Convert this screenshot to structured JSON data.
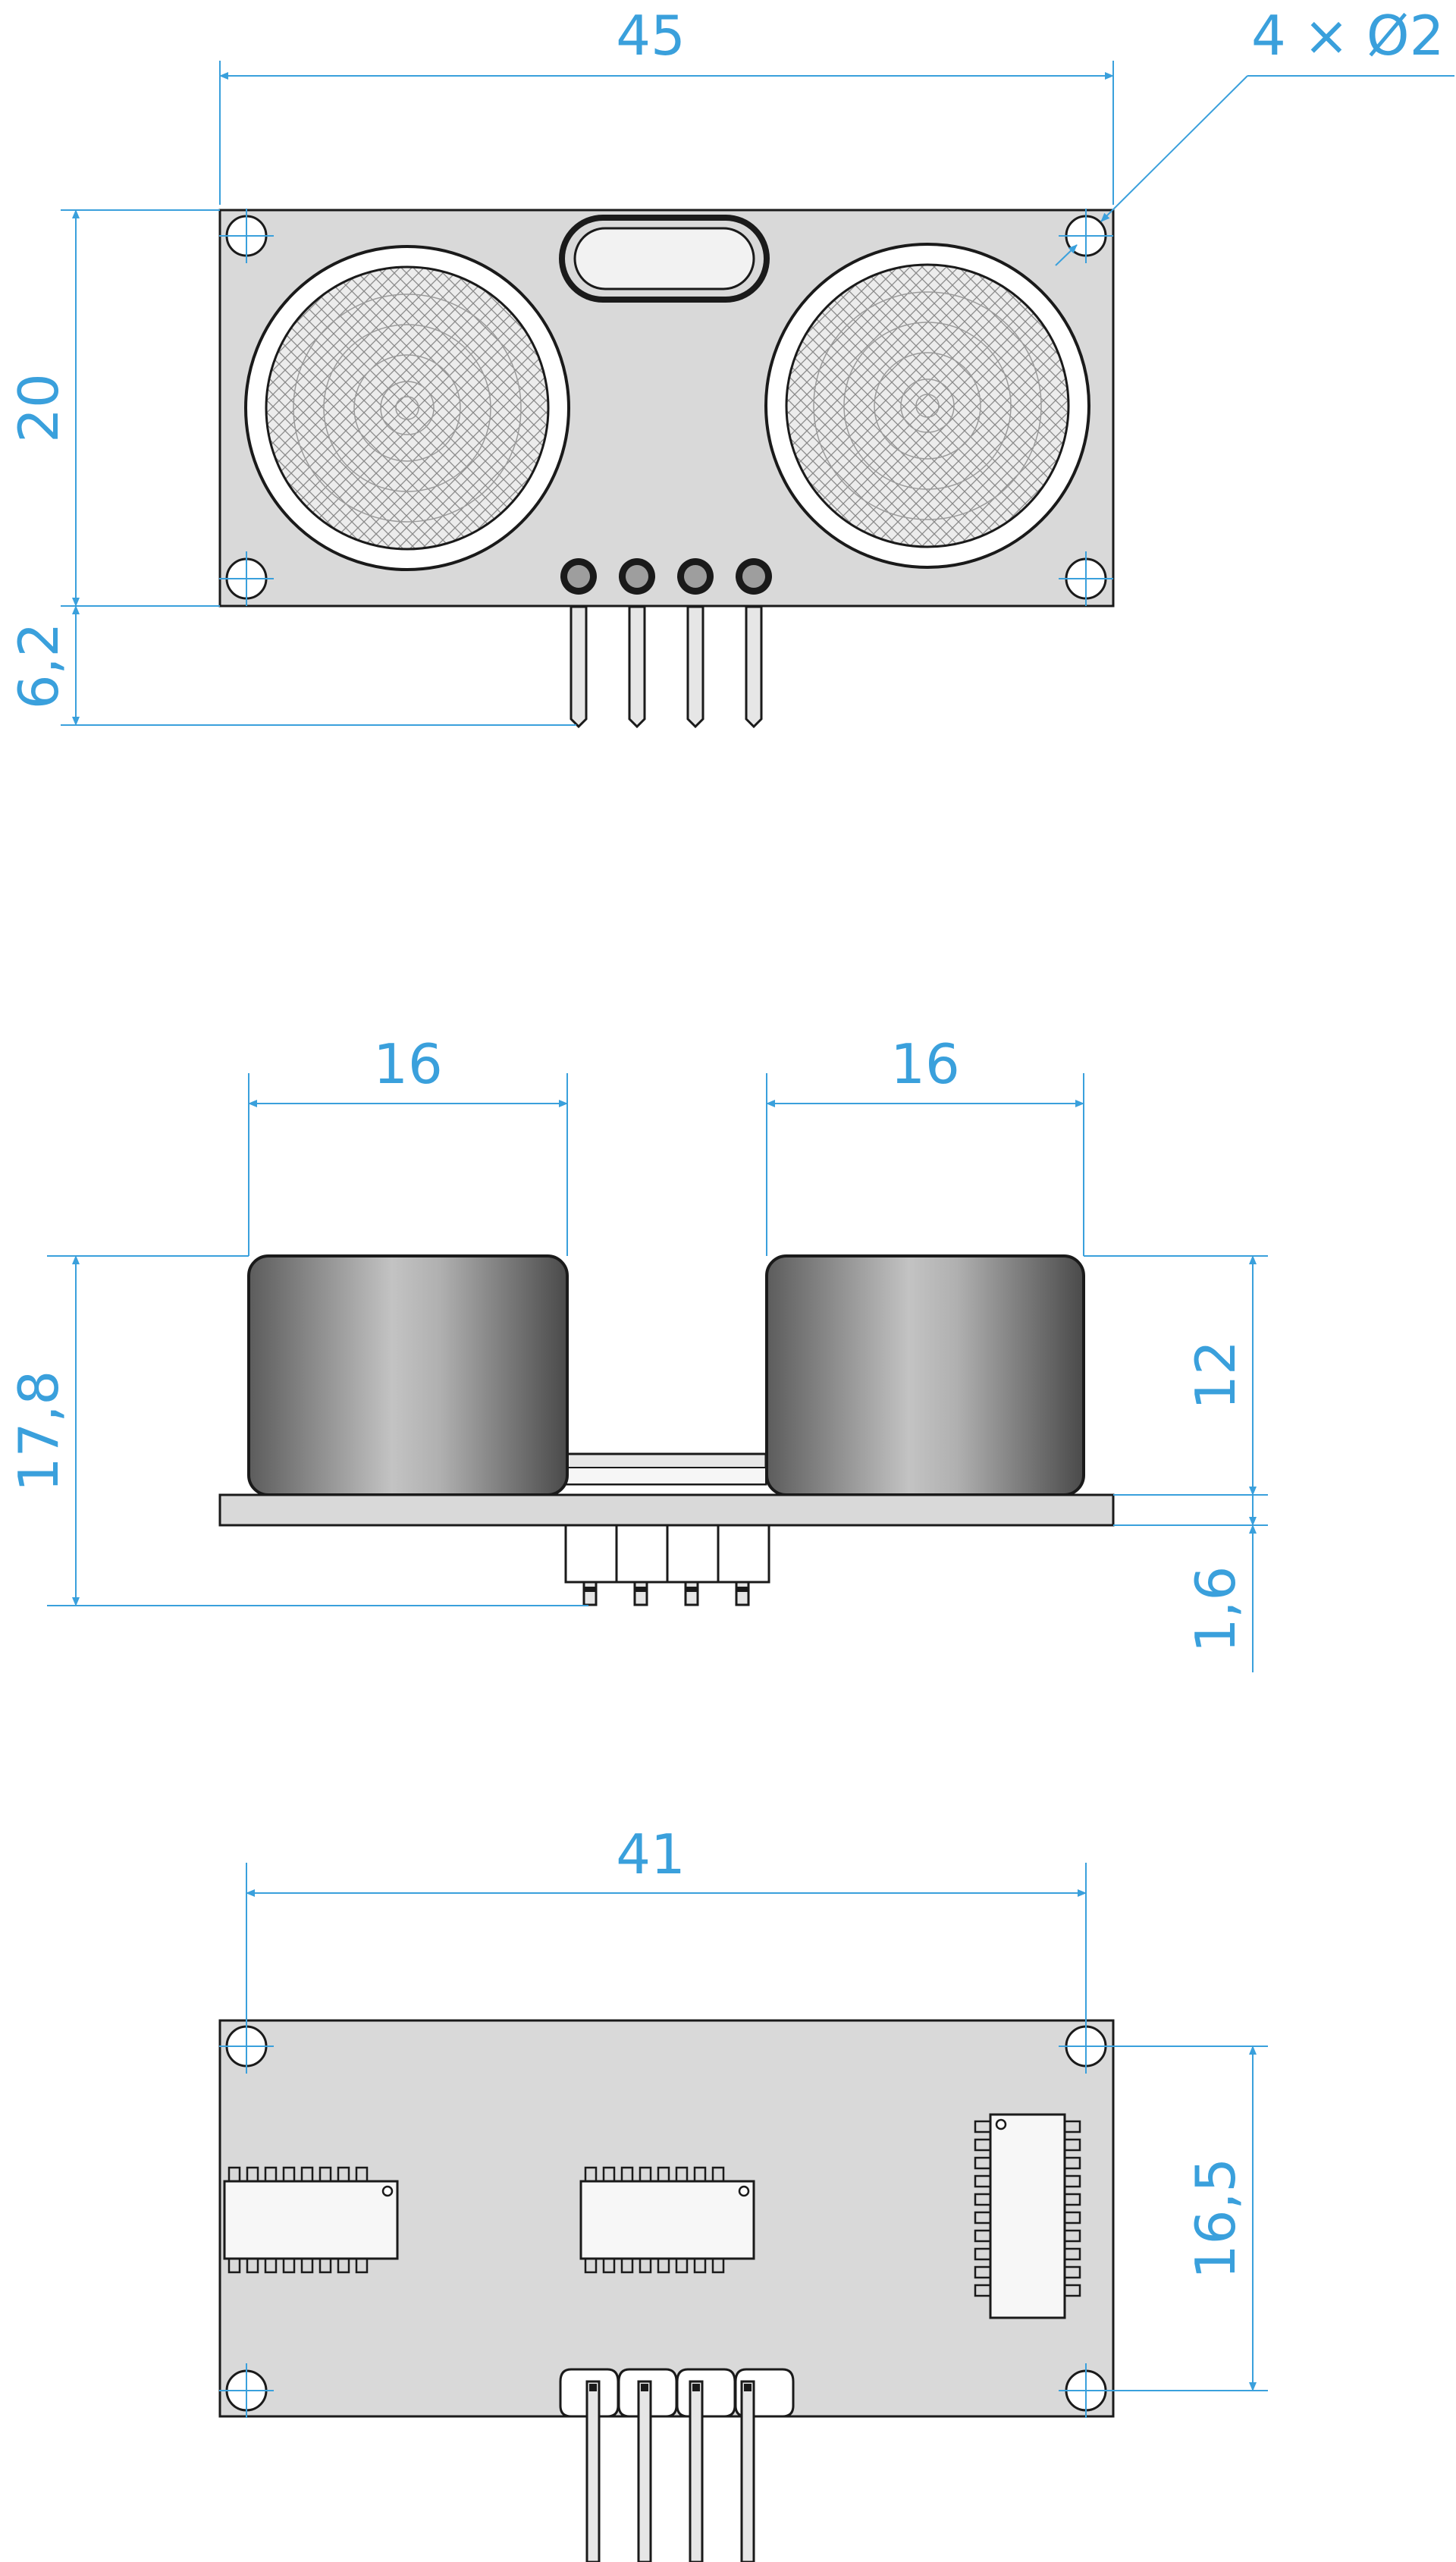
{
  "dimensions": {
    "top_width": "45",
    "top_height": "20",
    "pin_length": "6,2",
    "holes": "4 × Ø2",
    "side_left_width": "16",
    "side_right_width": "16",
    "side_total_height": "17,8",
    "side_transducer_height": "12",
    "side_board_thickness": "1,6",
    "bottom_hole_spacing_x": "41",
    "bottom_hole_spacing_y": "16,5"
  },
  "colors": {
    "dimension": "#3aa0dc",
    "board": "#d9d9d9",
    "outline": "#1a1a1a"
  }
}
